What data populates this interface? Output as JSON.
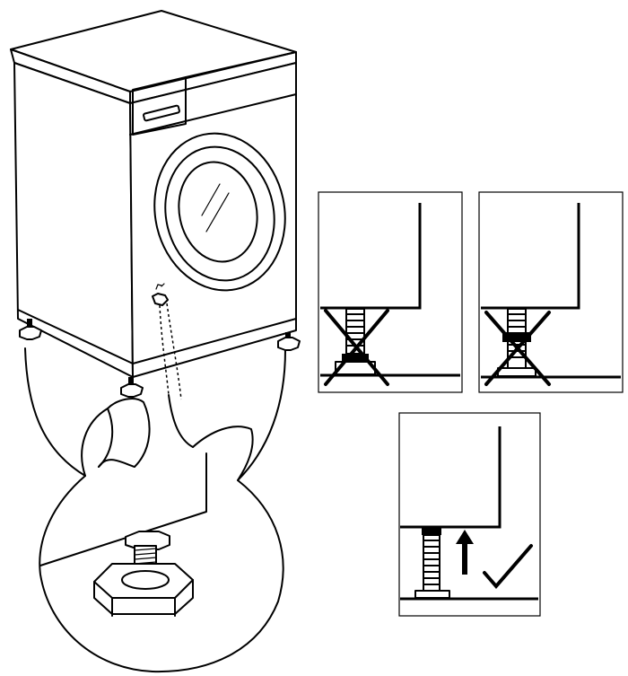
{
  "figure": {
    "subject": "washing-machine-foot-leveling",
    "panels": [
      {
        "id": "incorrect-foot-too-low",
        "status": "incorrect",
        "mark": "cross-icon"
      },
      {
        "id": "incorrect-locknut-loose",
        "status": "incorrect",
        "mark": "cross-icon"
      },
      {
        "id": "correct-foot-adjusted",
        "status": "correct",
        "mark": "checkmark-icon",
        "indicator": "arrow-up-icon"
      }
    ],
    "callouts": [
      {
        "id": "magnified-adjustable-foot",
        "parts": [
          "threaded-bolt",
          "locknut",
          "hexagonal-foot"
        ]
      },
      {
        "id": "adjustment-wrench",
        "parts": [
          "wrench-icon"
        ]
      }
    ]
  }
}
